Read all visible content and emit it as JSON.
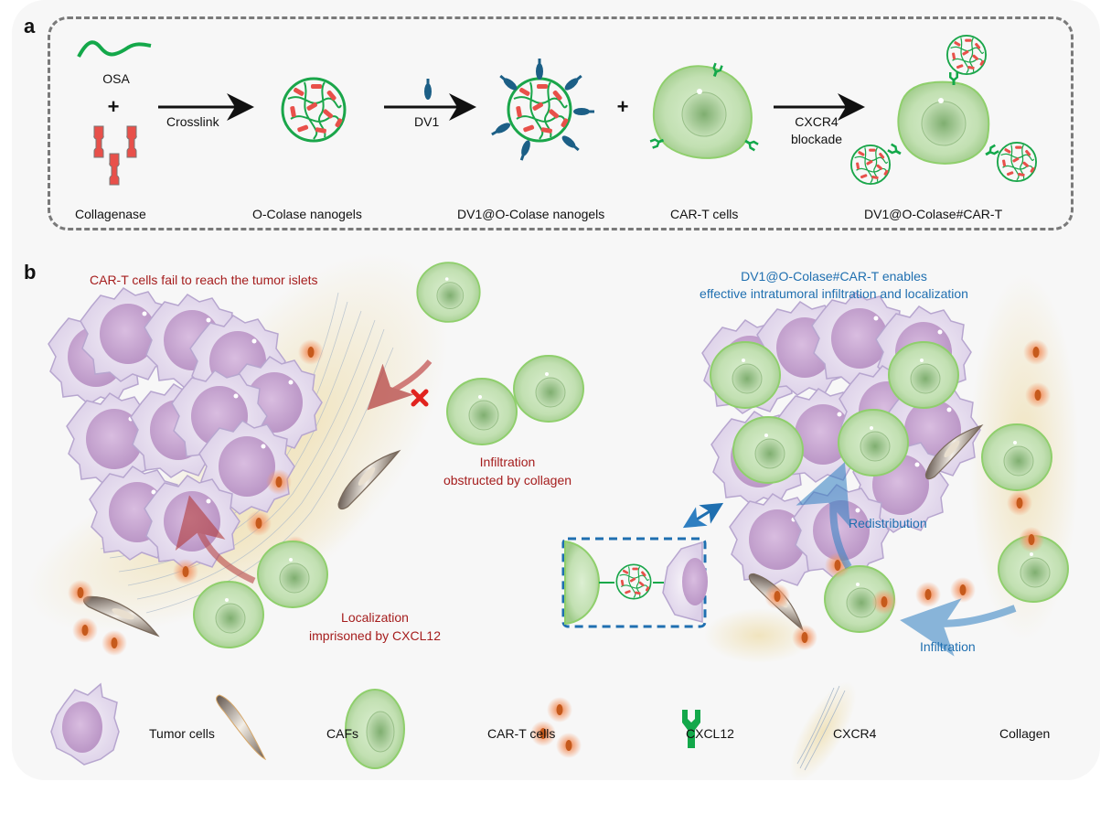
{
  "panel_a": {
    "letter": "a",
    "osa_label": "OSA",
    "plus_symbol": "+",
    "collagenase_label": "Collagenase",
    "crosslink_label": "Crosslink",
    "o_colase_label": "O-Colase  nanogels",
    "dv1_label": "DV1",
    "dv1_nanogel_label": "DV1@O-Colase  nanogels",
    "plus_symbol_2": "+",
    "cart_label": "CAR-T cells",
    "blockade_label_line1": "CXCR4",
    "blockade_label_line2": "blockade",
    "final_label": "DV1@O-Colase#CAR-T"
  },
  "panel_b": {
    "letter": "b",
    "left_title": "CAR-T cells fail to reach the tumor islets",
    "infiltration_obstructed_line1": "Infiltration",
    "infiltration_obstructed_line2": "obstructed  by collagen",
    "localization_line1": "Localization",
    "localization_line2": "imprisoned by CXCL12",
    "right_title_line1": "DV1@O-Colase#CAR-T  enables",
    "right_title_line2": "effective  intratumoral  infiltration and localization",
    "redistribution_label": "Redistribution",
    "infiltration_label": "Infiltration"
  },
  "legend": {
    "items": [
      {
        "label": "Tumor cells",
        "icon": "tumor-cell-icon"
      },
      {
        "label": "CAFs",
        "icon": "caf-icon"
      },
      {
        "label": "CAR-T cells",
        "icon": "cart-cell-icon"
      },
      {
        "label": "CXCL12",
        "icon": "cxcl12-icon"
      },
      {
        "label": "CXCR4",
        "icon": "cxcr4-icon"
      },
      {
        "label": "Collagen",
        "icon": "collagen-icon"
      }
    ]
  },
  "colors": {
    "nanogel_mesh": "#1aa64a",
    "collagenase": "#e8504a",
    "dv1": "#1c5f86",
    "cart_fill": "#b9dba8",
    "tumor_fill": "#e7e0ef",
    "tumor_nucleus": "#c3a6cc",
    "cxcl12": "#c65a1c",
    "cxcr4": "#13a84a",
    "red_text": "#a51d1d",
    "blue_text": "#1f6fb0"
  }
}
